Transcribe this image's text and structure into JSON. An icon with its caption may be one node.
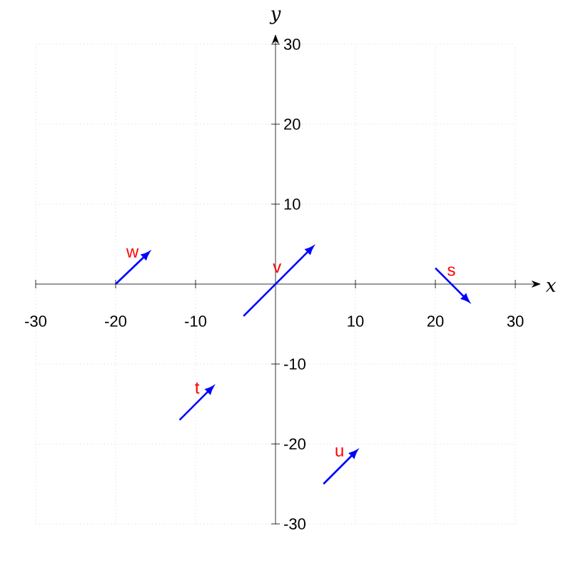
{
  "diagram": {
    "labels": [
      "y",
      "30",
      "20",
      "10",
      "w",
      "v",
      "s",
      "x",
      "-30",
      "-20",
      "-10",
      "10",
      "20",
      "30",
      "-10",
      "t",
      "-20",
      "u",
      "-30"
    ]
  }
}
